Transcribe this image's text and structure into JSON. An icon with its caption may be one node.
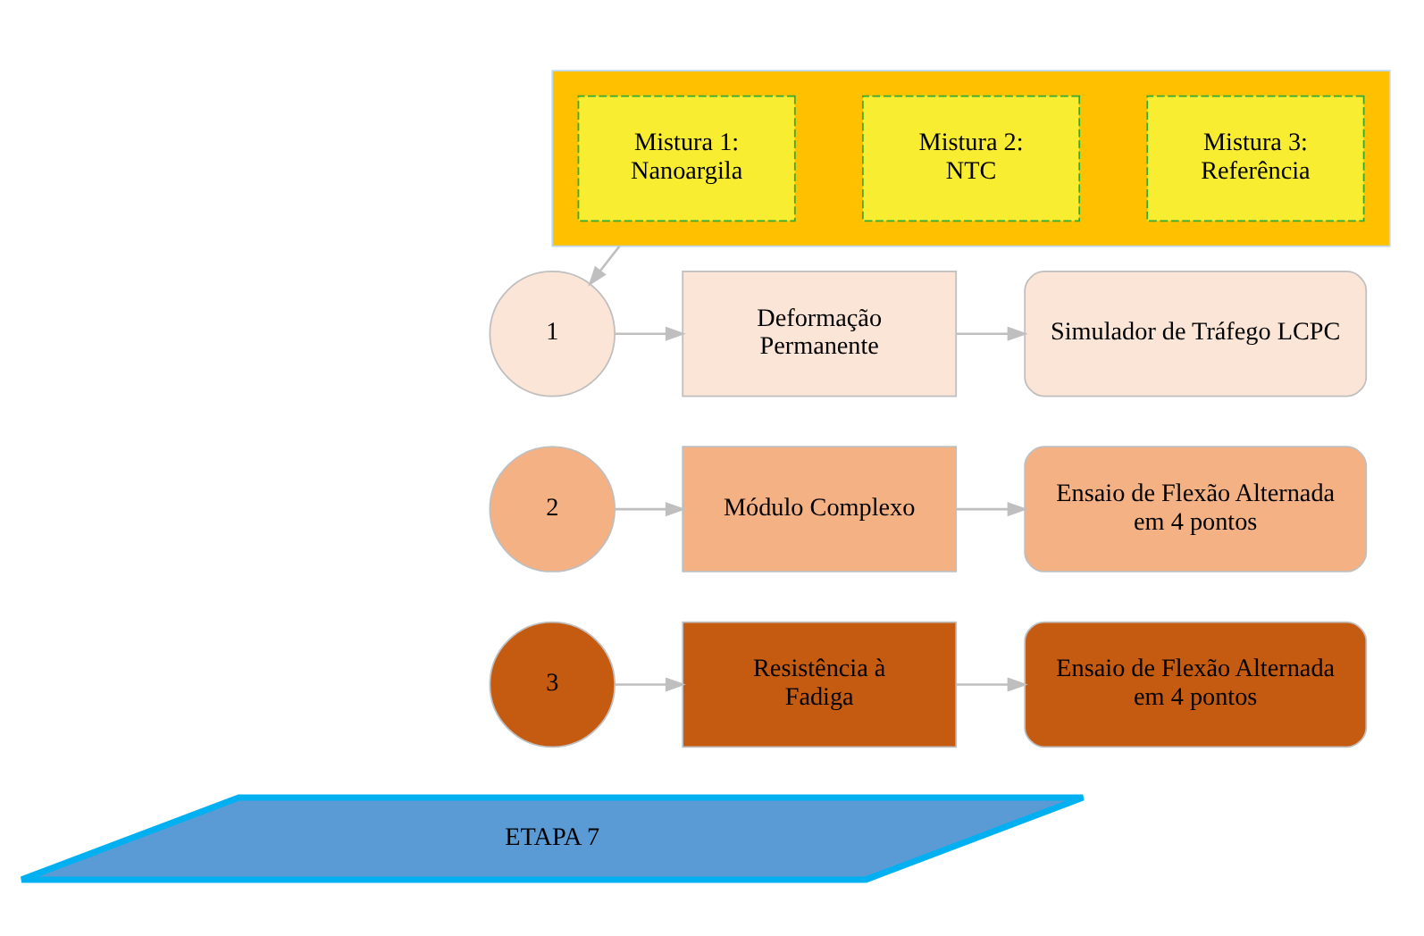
{
  "diagram": {
    "nodes": [
      {
        "text": [],
        "shape": "box"
      },
      {
        "text": [
          "Mistura 1: Nanoargila"
        ],
        "in": 0
      },
      {
        "text": [
          "Mistura 2: NTC"
        ],
        "in": 0
      },
      {
        "text": [
          "Mistura 3: Referência"
        ],
        "in": 0
      },
      {
        "text": [
          "1"
        ]
      },
      {
        "text": [
          "Deformação Permanente"
        ]
      },
      {
        "text": [
          "Simulador de Tráfego LCPC"
        ]
      },
      {
        "text": [
          "2"
        ]
      },
      {
        "text": [
          "Módulo Complexo"
        ]
      },
      {
        "text": [
          "Ensaio de Flexão Alternada em 4 pontos"
        ]
      },
      {
        "text": [
          "3"
        ]
      },
      {
        "text": [
          "Resistência à Fadiga"
        ]
      },
      {
        "text": [
          "Ensaio de Flexão Alternada em 4 pontos"
        ]
      },
      {
        "text": [
          "ETAPA 7"
        ]
      }
    ],
    "edges": [
      {
        "from": 0,
        "to": 4,
        "arrow": "to"
      },
      {
        "from": 4,
        "to": 5,
        "arrow": "to"
      },
      {
        "from": 5,
        "to": 6,
        "arrow": "to"
      },
      {
        "from": 7,
        "to": 8,
        "arrow": "to"
      },
      {
        "from": 8,
        "to": 9,
        "arrow": "to"
      },
      {
        "from": 10,
        "to": 11,
        "arrow": "to"
      },
      {
        "from": 11,
        "to": 12,
        "arrow": "to"
      }
    ]
  }
}
